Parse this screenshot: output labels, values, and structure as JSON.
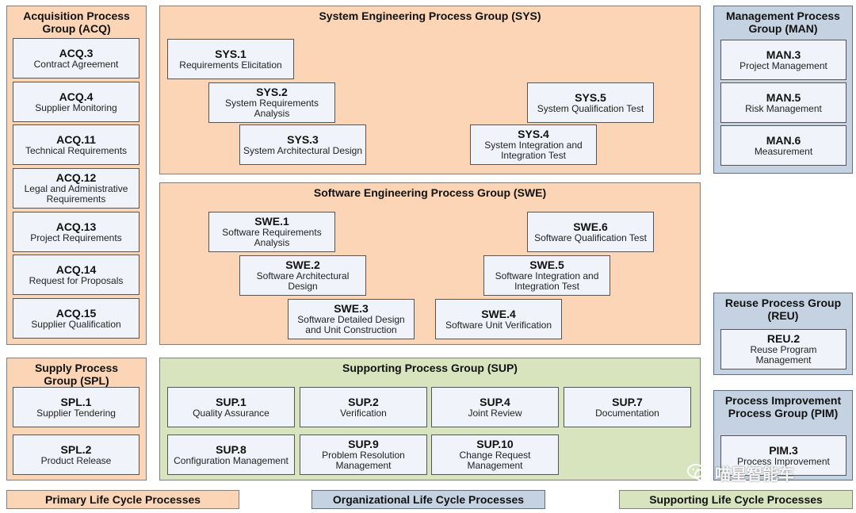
{
  "groups": {
    "acq": {
      "title": "Acquisition Process Group (ACQ)",
      "processes": [
        {
          "id": "ACQ.3",
          "name": "Contract Agreement"
        },
        {
          "id": "ACQ.4",
          "name": "Supplier Monitoring"
        },
        {
          "id": "ACQ.11",
          "name": "Technical Requirements"
        },
        {
          "id": "ACQ.12",
          "name": "Legal and Administrative Requirements"
        },
        {
          "id": "ACQ.13",
          "name": "Project Requirements"
        },
        {
          "id": "ACQ.14",
          "name": "Request for Proposals"
        },
        {
          "id": "ACQ.15",
          "name": "Supplier Qualification"
        }
      ]
    },
    "sys": {
      "title": "System Engineering Process Group (SYS)",
      "processes": [
        {
          "id": "SYS.1",
          "name": "Requirements Elicitation"
        },
        {
          "id": "SYS.2",
          "name": "System Requirements Analysis"
        },
        {
          "id": "SYS.3",
          "name": "System Architectural Design"
        },
        {
          "id": "SYS.4",
          "name": "System Integration and Integration Test"
        },
        {
          "id": "SYS.5",
          "name": "System Qualification Test"
        }
      ]
    },
    "man": {
      "title": "Management Process Group (MAN)",
      "processes": [
        {
          "id": "MAN.3",
          "name": "Project Management"
        },
        {
          "id": "MAN.5",
          "name": "Risk Management"
        },
        {
          "id": "MAN.6",
          "name": "Measurement"
        }
      ]
    },
    "swe": {
      "title": "Software Engineering Process Group (SWE)",
      "processes": [
        {
          "id": "SWE.1",
          "name": "Software Requirements Analysis"
        },
        {
          "id": "SWE.2",
          "name": "Software Architectural Design"
        },
        {
          "id": "SWE.3",
          "name": "Software Detailed Design and Unit Construction"
        },
        {
          "id": "SWE.4",
          "name": "Software Unit Verification"
        },
        {
          "id": "SWE.5",
          "name": "Software Integration and Integration Test"
        },
        {
          "id": "SWE.6",
          "name": "Software Qualification Test"
        }
      ]
    },
    "reu": {
      "title": "Reuse Process Group (REU)",
      "processes": [
        {
          "id": "REU.2",
          "name": "Reuse Program Management"
        }
      ]
    },
    "spl": {
      "title": "Supply Process Group (SPL)",
      "processes": [
        {
          "id": "SPL.1",
          "name": "Supplier Tendering"
        },
        {
          "id": "SPL.2",
          "name": "Product Release"
        }
      ]
    },
    "sup": {
      "title": "Supporting Process Group (SUP)",
      "processes": [
        {
          "id": "SUP.1",
          "name": "Quality Assurance"
        },
        {
          "id": "SUP.2",
          "name": "Verification"
        },
        {
          "id": "SUP.4",
          "name": "Joint Review"
        },
        {
          "id": "SUP.7",
          "name": "Documentation"
        },
        {
          "id": "SUP.8",
          "name": "Configuration Management"
        },
        {
          "id": "SUP.9",
          "name": "Problem Resolution Management"
        },
        {
          "id": "SUP.10",
          "name": "Change Request Management"
        }
      ]
    },
    "pim": {
      "title": "Process Improvement Process Group (PIM)",
      "processes": [
        {
          "id": "PIM.3",
          "name": "Process Improvement"
        }
      ]
    }
  },
  "legend": {
    "primary": "Primary Life Cycle Processes",
    "organizational": "Organizational Life Cycle Processes",
    "supporting": "Supporting Life Cycle Processes"
  },
  "watermark": {
    "text": "喵星智能车",
    "icon": "wechat-icon"
  },
  "colors": {
    "primary": "#fbd5b5",
    "organizational": "#c5d2e2",
    "supporting": "#d7e4bd",
    "process_box": "#f1f3fa"
  }
}
